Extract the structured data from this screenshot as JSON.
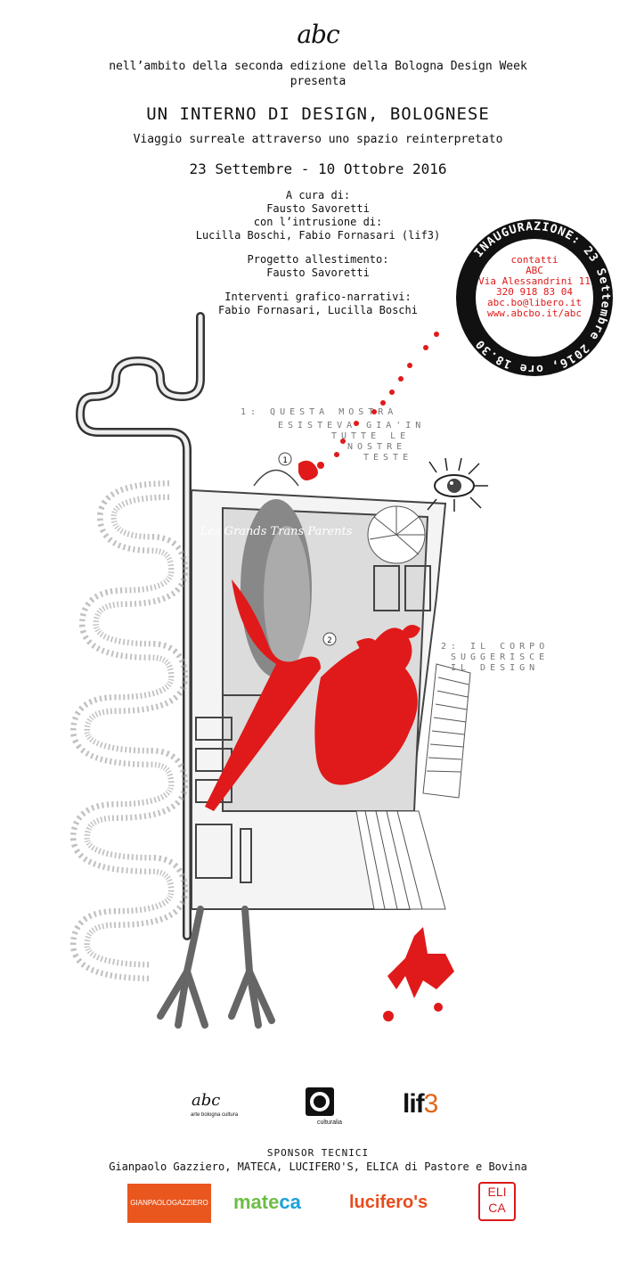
{
  "header": {
    "logo": "abc",
    "intro_line1": "nell’ambito della seconda edizione della Bologna Design Week",
    "intro_line2": "presenta",
    "title": "UN INTERNO DI DESIGN, BOLOGNESE",
    "subtitle": "Viaggio surreale attraverso uno spazio reinterpretato",
    "dates": "23 Settembre - 10 Ottobre 2016"
  },
  "credits": {
    "curator_label": "A cura di:",
    "curator": "Fausto Savoretti",
    "intrusion_label": "con l’intrusione di:",
    "intrusion": "Lucilla Boschi, Fabio Fornasari (lif3)",
    "project_label": "Progetto allestimento:",
    "project": "Fausto Savoretti",
    "graphics_label": "Interventi grafico-narrativi:",
    "graphics": "Fabio Fornasari, Lucilla Boschi"
  },
  "stamp": {
    "ring_text": "INAUGURAZIONE: 23 Settembre 2016, ore 18.30",
    "contacts_label": "contatti",
    "org": "ABC",
    "address": "Via Alessandrini 11",
    "phone": "320 918 83 04",
    "email": "abc.bo@libero.it",
    "web": "www.abcbo.it/abc"
  },
  "plan": {
    "note1_line1": "1: QUESTA MOSTRA",
    "note1_line2": "ESISTEVA GIA'IN",
    "note1_line3": "TUTTE LE",
    "note1_line4": "NOSTRE",
    "note1_line5": "TESTE",
    "note2_line1": "2: IL CORPO",
    "note2_line2": "SUGGERISCE",
    "note2_line3": "IL DESIGN",
    "egg_script": "Les Grands Trans Parents",
    "marker1": "1",
    "marker2": "2"
  },
  "partners": {
    "abc_logo": "abc",
    "abc_sub": "arte bologna cultura",
    "culturalia": "culturalia",
    "lif3_main": "lif",
    "lif3_num": "3"
  },
  "sponsors": {
    "heading": "SPONSOR TECNICI",
    "list": "Gianpaolo Gazziero, MATECA, LUCIFERO'S, ELICA di Pastore e Bovina",
    "gazziero": "GIANPAOLOGAZZIERO",
    "mateca_a": "mate",
    "mateca_b": "ca",
    "lucifero": "lucifero's",
    "elica_1": "ELI",
    "elica_2": "CA"
  },
  "colors": {
    "red": "#e01a1a",
    "gray_fill": "#d8d8d8",
    "black": "#111111"
  }
}
